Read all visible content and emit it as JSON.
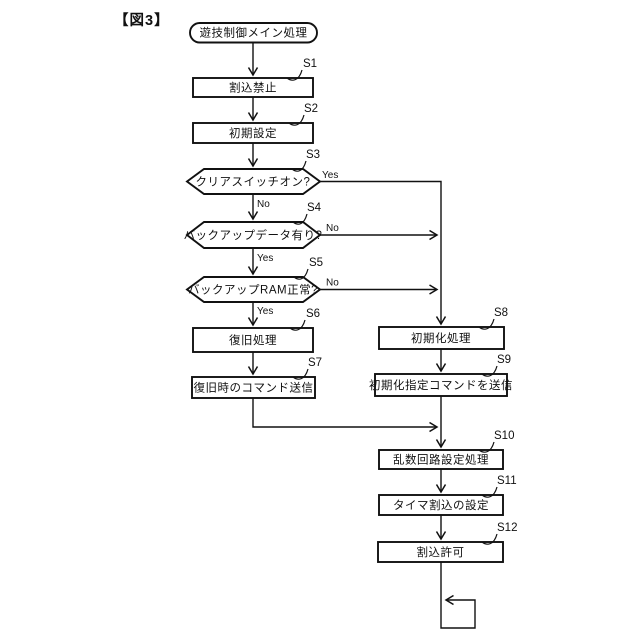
{
  "figure": {
    "title": "【図3】",
    "start_label": "遊技制御メイン処理",
    "steps": [
      {
        "id": "S1",
        "label": "割込禁止",
        "type": "process"
      },
      {
        "id": "S2",
        "label": "初期設定",
        "type": "process"
      },
      {
        "id": "S3",
        "label": "クリアスイッチオン?",
        "type": "decision",
        "yes_label": "Yes",
        "no_label": "No"
      },
      {
        "id": "S4",
        "label": "バックアップデータ有り?",
        "type": "decision",
        "yes_label": "Yes",
        "no_label": "No"
      },
      {
        "id": "S5",
        "label": "バックアップRAM正常?",
        "type": "decision",
        "yes_label": "Yes",
        "no_label": "No"
      },
      {
        "id": "S6",
        "label": "復旧処理",
        "type": "process"
      },
      {
        "id": "S7",
        "label": "復旧時のコマンド送信",
        "type": "process"
      },
      {
        "id": "S8",
        "label": "初期化処理",
        "type": "process"
      },
      {
        "id": "S9",
        "label": "初期化指定コマンドを送信",
        "type": "process"
      },
      {
        "id": "S10",
        "label": "乱数回路設定処理",
        "type": "process"
      },
      {
        "id": "S11",
        "label": "タイマ割込の設定",
        "type": "process"
      },
      {
        "id": "S12",
        "label": "割込許可",
        "type": "process"
      }
    ]
  }
}
